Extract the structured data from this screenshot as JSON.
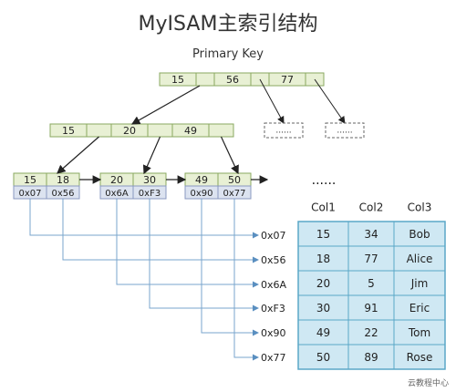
{
  "title": "MyISAM主索引结构",
  "subtitle": "Primary Key",
  "watermark": "云教程中心",
  "colors": {
    "node_fill": "#e8f0d4",
    "node_stroke": "#8aa860",
    "addr_fill": "#dce3f0",
    "addr_stroke": "#8a98c0",
    "table_fill": "#cfe8f3",
    "table_border": "#5aa7c7",
    "pointer_line": "#7aa6cc",
    "arrow": "#222222"
  },
  "root_keys": [
    "15",
    "56",
    "77"
  ],
  "level2_keys": [
    "15",
    "20",
    "49"
  ],
  "leaves": [
    {
      "keys": [
        "15",
        "18"
      ],
      "addrs": [
        "0x07",
        "0x56"
      ]
    },
    {
      "keys": [
        "20",
        "30"
      ],
      "addrs": [
        "0x6A",
        "0xF3"
      ]
    },
    {
      "keys": [
        "49",
        "50"
      ],
      "addrs": [
        "0x90",
        "0x77"
      ]
    }
  ],
  "ellipsis": "......",
  "placeholder_dots": "......",
  "pointers": [
    "0x07",
    "0x56",
    "0x6A",
    "0xF3",
    "0x90",
    "0x77"
  ],
  "table": {
    "headers": [
      "Col1",
      "Col2",
      "Col3"
    ],
    "rows": [
      [
        "15",
        "34",
        "Bob"
      ],
      [
        "18",
        "77",
        "Alice"
      ],
      [
        "20",
        "5",
        "Jim"
      ],
      [
        "30",
        "91",
        "Eric"
      ],
      [
        "49",
        "22",
        "Tom"
      ],
      [
        "50",
        "89",
        "Rose"
      ]
    ]
  }
}
